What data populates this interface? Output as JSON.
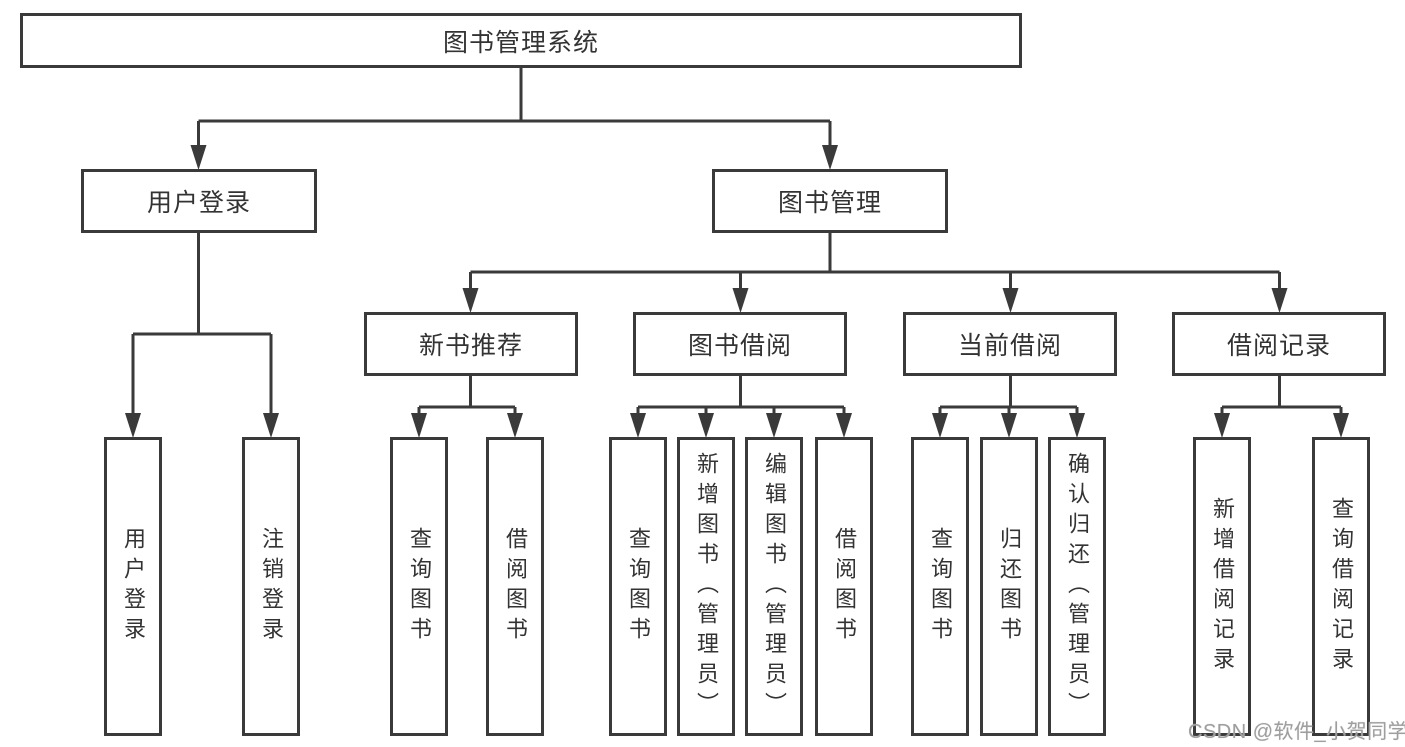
{
  "diagram": {
    "root": {
      "label": "图书管理系统"
    },
    "level2": [
      {
        "label": "用户登录"
      },
      {
        "label": "图书管理"
      }
    ],
    "level3": [
      {
        "label": "新书推荐"
      },
      {
        "label": "图书借阅"
      },
      {
        "label": "当前借阅"
      },
      {
        "label": "借阅记录"
      }
    ],
    "leaves": [
      {
        "label": "用户登录"
      },
      {
        "label": "注销登录"
      },
      {
        "label": "查询图书"
      },
      {
        "label": "借阅图书"
      },
      {
        "label": "查询图书"
      },
      {
        "label": "新增图书（管理员）"
      },
      {
        "label": "编辑图书（管理员）"
      },
      {
        "label": "借阅图书"
      },
      {
        "label": "查询图书"
      },
      {
        "label": "归还图书"
      },
      {
        "label": "确认归还（管理员）"
      },
      {
        "label": "新增借阅记录"
      },
      {
        "label": "查询借阅记录"
      }
    ]
  },
  "watermark": {
    "text": "CSDN @软件_小贺同学"
  },
  "colors": {
    "line": "#3a3a3a",
    "text": "#333333",
    "watermark": "#9e9e9e",
    "background": "#ffffff"
  }
}
